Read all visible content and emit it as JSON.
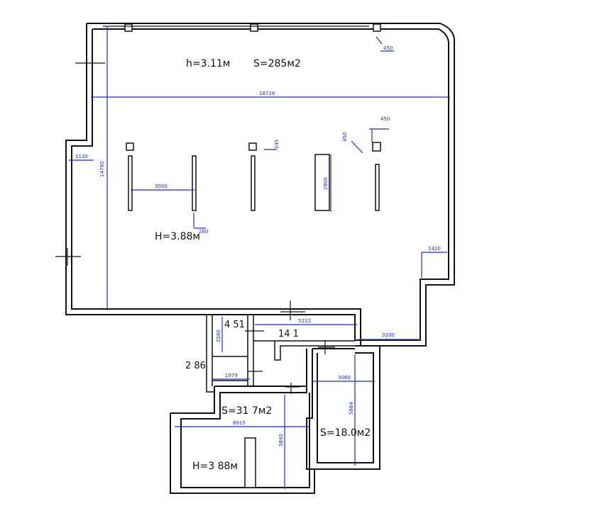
{
  "labels": {
    "main_height": "h=3.11м",
    "main_area": "S=285м2",
    "main_ceiling": "H=3.88м",
    "room_451": "4 51",
    "room_141": "14 1",
    "room_286": "2 86",
    "area_317": "S=31 7м2",
    "area_180": "S=18.0м2",
    "lower_ceiling": "H=3 88м"
  },
  "dimensions": {
    "d18728": "18728",
    "d14790": "14790",
    "d1130": "1130",
    "d3000": "3000",
    "d260": "260",
    "d245": "245",
    "d2900": "2900",
    "d450a": "450",
    "d450b": "450",
    "d450c": "450",
    "d1420": "1420",
    "d5212": "5212",
    "d3200": "3200",
    "d2280": "2280",
    "d1979": "1979",
    "d3060": "3060",
    "d5864": "5864",
    "d6915": "6915",
    "d5840": "5840"
  },
  "colors": {
    "walls": "#111111",
    "dimensions": "#1a2bd8"
  }
}
